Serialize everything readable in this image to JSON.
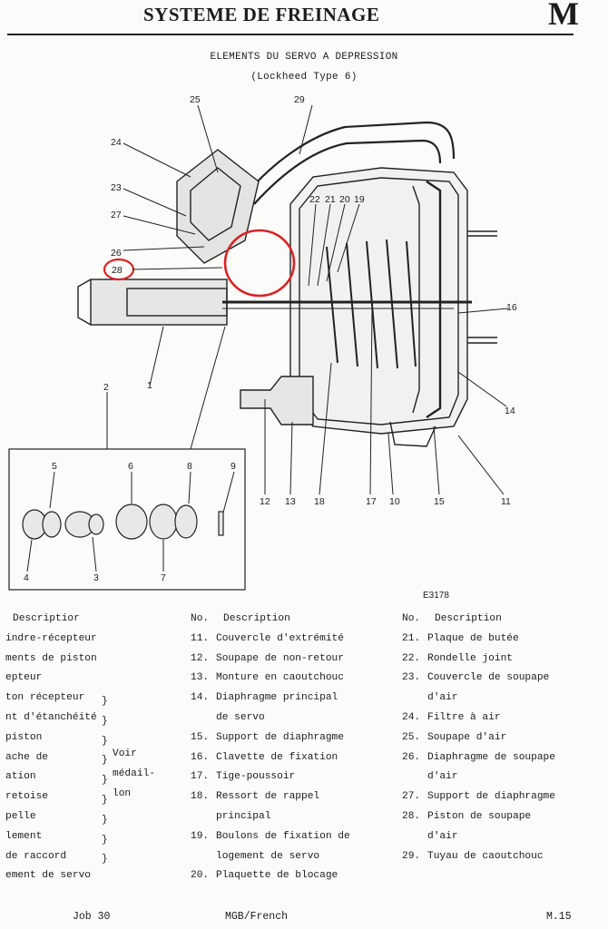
{
  "header": {
    "title": "SYSTEME DE FREINAGE",
    "section_letter": "M"
  },
  "figure": {
    "title": "ELEMENTS DU SERVO A DEPRESSION",
    "subtitle": "(Lockheed Type 6)",
    "reference": "E3178",
    "callouts": [
      "1",
      "2",
      "3",
      "4",
      "5",
      "6",
      "7",
      "8",
      "9",
      "10",
      "11",
      "12",
      "13",
      "14",
      "15",
      "16",
      "17",
      "18",
      "19",
      "20",
      "21",
      "22",
      "23",
      "24",
      "25",
      "26",
      "27",
      "28",
      "29"
    ],
    "highlighted_callout": "28",
    "highlight_color": "#d62424"
  },
  "legend": {
    "no_header": "No.",
    "desc_header": "Description",
    "col1_header": "Descriptior",
    "col1": [
      "indre-récepteur",
      "ments de piston",
      "epteur",
      "ton récepteur",
      "nt d'étanchéité",
      "piston",
      "ache de",
      "ation",
      "retoise",
      "pelle",
      "lement",
      " de raccord",
      "ement de servo"
    ],
    "col1_note": [
      "Voir",
      "médail-",
      "lon"
    ],
    "col2": [
      {
        "no": "11.",
        "lines": [
          "Couvercle d'extrémité"
        ]
      },
      {
        "no": "12.",
        "lines": [
          "Soupape de non-retour"
        ]
      },
      {
        "no": "13.",
        "lines": [
          "Monture en caoutchouc"
        ]
      },
      {
        "no": "14.",
        "lines": [
          "Diaphragme principal",
          "de servo"
        ]
      },
      {
        "no": "15.",
        "lines": [
          "Support de diaphragme"
        ]
      },
      {
        "no": "16.",
        "lines": [
          "Clavette de fixation"
        ]
      },
      {
        "no": "17.",
        "lines": [
          "Tige-poussoir"
        ]
      },
      {
        "no": "18.",
        "lines": [
          "Ressort de rappel",
          "principal"
        ]
      },
      {
        "no": "19.",
        "lines": [
          "Boulons de fixation de",
          "logement de servo"
        ]
      },
      {
        "no": "20.",
        "lines": [
          "Plaquette de blocage"
        ]
      }
    ],
    "col3": [
      {
        "no": "21.",
        "lines": [
          "Plaque de butée"
        ]
      },
      {
        "no": "22.",
        "lines": [
          "Rondelle joint"
        ]
      },
      {
        "no": "23.",
        "lines": [
          "Couvercle de soupape",
          "d'air"
        ]
      },
      {
        "no": "24.",
        "lines": [
          "Filtre à air"
        ]
      },
      {
        "no": "25.",
        "lines": [
          "Soupape d'air"
        ]
      },
      {
        "no": "26.",
        "lines": [
          "Diaphragme de soupape",
          "d'air"
        ]
      },
      {
        "no": "27.",
        "lines": [
          "Support de diaphragme"
        ]
      },
      {
        "no": "28.",
        "lines": [
          "Piston de soupape",
          "d'air"
        ]
      },
      {
        "no": "29.",
        "lines": [
          "Tuyau de caoutchouc"
        ]
      }
    ]
  },
  "footer": {
    "job": "Job 30",
    "model": "MGB/French",
    "page": "M.15"
  }
}
